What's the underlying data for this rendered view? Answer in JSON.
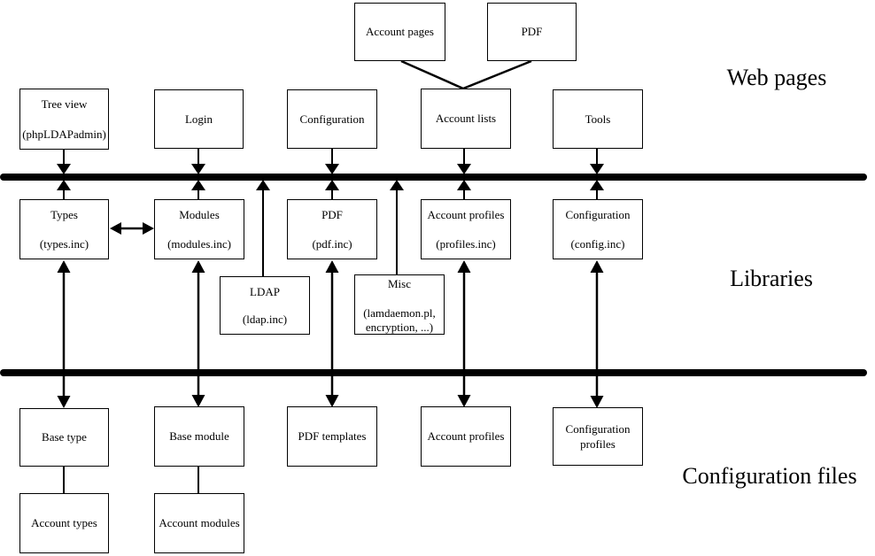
{
  "sections": {
    "web_pages": "Web pages",
    "libraries": "Libraries",
    "configuration_files": "Configuration files"
  },
  "boxes": {
    "account_pages": [
      "Account pages"
    ],
    "pdf_page": [
      "PDF"
    ],
    "tree_view": [
      "Tree view",
      "(phpLDAPadmin)"
    ],
    "login": [
      "Login"
    ],
    "configuration_page": [
      "Configuration"
    ],
    "account_lists": [
      "Account lists"
    ],
    "tools": [
      "Tools"
    ],
    "types": [
      "Types",
      "(types.inc)"
    ],
    "modules": [
      "Modules",
      "(modules.inc)"
    ],
    "pdf_lib": [
      "PDF",
      "(pdf.inc)"
    ],
    "account_profiles_lib": [
      "Account profiles",
      "(profiles.inc)"
    ],
    "configuration_lib": [
      "Configuration",
      "(config.inc)"
    ],
    "ldap": [
      "LDAP",
      "(ldap.inc)"
    ],
    "misc": [
      "Misc",
      "(lamdaemon.pl,",
      "encryption, ...)"
    ],
    "base_type": [
      "Base type"
    ],
    "base_module": [
      "Base module"
    ],
    "pdf_templates": [
      "PDF templates"
    ],
    "account_profiles_conf": [
      "Account profiles"
    ],
    "configuration_profiles": [
      "Configuration",
      "profiles"
    ],
    "account_types": [
      "Account types"
    ],
    "account_modules": [
      "Account modules"
    ]
  },
  "colors": {
    "line": "#000000",
    "background": "#ffffff"
  }
}
